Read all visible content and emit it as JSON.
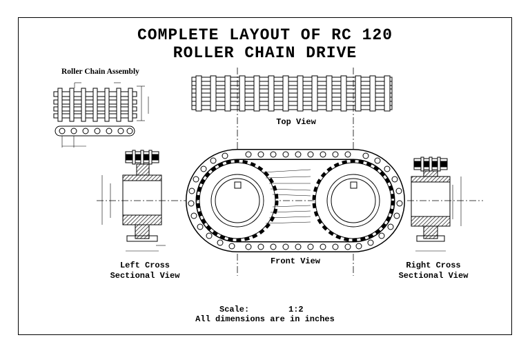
{
  "title": {
    "line1": "COMPLETE LAYOUT OF RC 120",
    "line2": "ROLLER CHAIN DRIVE"
  },
  "labels": {
    "assembly": "Roller Chain Assembly",
    "top_view": "Top View",
    "front_view": "Front View",
    "left_section_1": "Left Cross",
    "left_section_2": "Sectional View",
    "right_section_1": "Right Cross",
    "right_section_2": "Sectional View"
  },
  "scale": {
    "label": "Scale:",
    "value": "1:2",
    "note": "All dimensions are in inches"
  },
  "colors": {
    "line": "#000000",
    "paper": "#ffffff"
  }
}
